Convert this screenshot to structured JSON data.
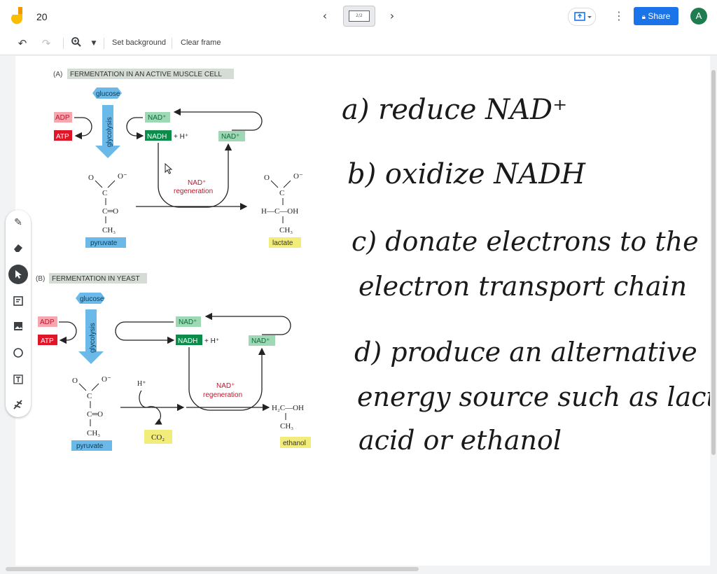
{
  "header": {
    "title": "20",
    "prev_icon": "chevron-left-icon",
    "next_icon": "chevron-right-icon",
    "frame_counter": "2/2",
    "share_label": "Share",
    "avatar_letter": "A",
    "logo_icon": "jamboard-logo-icon",
    "brand_color": "#fbbc04",
    "share_color": "#1a73e8"
  },
  "toolbar": {
    "undo_icon": "undo-icon",
    "redo_icon": "redo-icon",
    "zoom_icon": "zoom-icon",
    "set_background": "Set background",
    "clear_frame": "Clear frame"
  },
  "side_tools": [
    "pen-icon",
    "eraser-icon",
    "select-icon",
    "sticky-note-icon",
    "image-icon",
    "circle-icon",
    "text-box-icon",
    "laser-icon"
  ],
  "diagram_a": {
    "caption_letter": "(A)",
    "caption": "FERMENTATION IN AN ACTIVE MUSCLE CELL",
    "glucose": "glucose",
    "adp": "ADP",
    "atp": "ATP",
    "glycolysis": "glycolysis",
    "nad_plus": "NAD⁺",
    "nadh": "NADH",
    "plus_h": "+ H⁺",
    "nad_plus_right": "NAD⁺",
    "regen_line1": "NAD⁺",
    "regen_line2": "regeneration",
    "pyruvate_o": "O",
    "pyruvate_om": "O⁻",
    "pyruvate_c": "C",
    "pyruvate_co": "C═O",
    "pyruvate_ch3": "CH₃",
    "pyruvate": "pyruvate",
    "lactate_o": "O",
    "lactate_om": "O⁻",
    "lactate_c": "C",
    "lactate_choh": "H—C—OH",
    "lactate_ch3": "CH₃",
    "lactate": "lactate"
  },
  "diagram_b": {
    "caption_letter": "(B)",
    "caption": "FERMENTATION IN YEAST",
    "glucose": "glucose",
    "adp": "ADP",
    "atp": "ATP",
    "glycolysis": "glycolysis",
    "nad_plus": "NAD⁺",
    "nadh": "NADH",
    "plus_h": "+ H⁺",
    "nad_plus_right": "NAD⁺",
    "regen_line1": "NAD⁺",
    "regen_line2": "regeneration",
    "h_plus": "H⁺",
    "co2": "CO₂",
    "pyruvate_o": "O",
    "pyruvate_om": "O⁻",
    "pyruvate_c": "C",
    "pyruvate_co": "C═O",
    "pyruvate_ch3": "CH₃",
    "pyruvate": "pyruvate",
    "ethanol_h2c": "H₂C—OH",
    "ethanol_ch3": "CH₃",
    "ethanol": "ethanol"
  },
  "handwriting": {
    "a": "a) reduce NAD⁺",
    "b": "b) oxidize NADH",
    "c1": "c) donate electrons to the",
    "c2": "electron transport chain",
    "d1": "d) produce an alternative",
    "d2": "energy source such as lactic",
    "d3": "acid or ethanol"
  }
}
